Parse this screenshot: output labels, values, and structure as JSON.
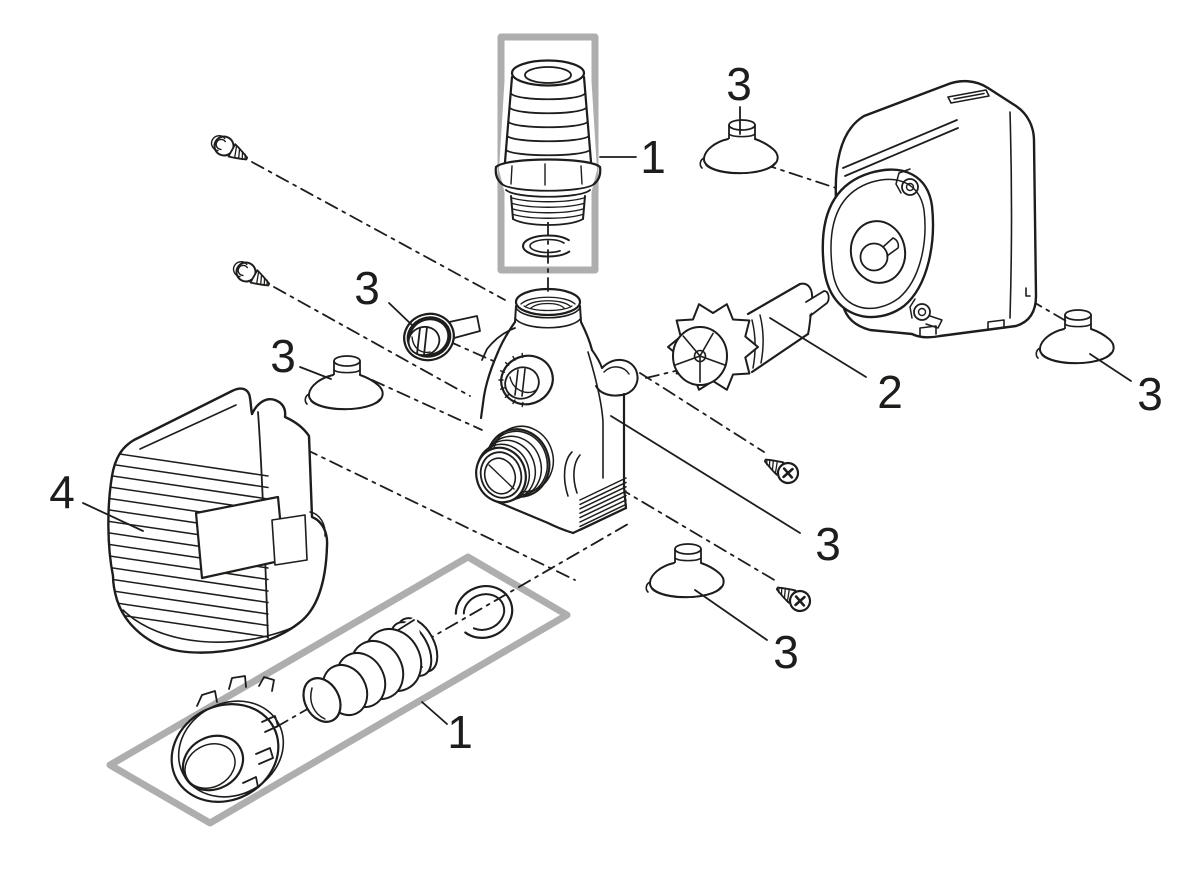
{
  "figure": {
    "type": "exploded-parts-diagram",
    "subject": "pump-spare-parts",
    "background_color": "#ffffff",
    "line_color": "#1d1d1b",
    "highlight_box_color": "#aeaeae",
    "callouts": [
      {
        "label": "1",
        "points_to": "hose-tail-connector-outlet"
      },
      {
        "label": "3",
        "points_to": "suction-cup-top"
      },
      {
        "label": "3",
        "points_to": "suction-cup-right"
      },
      {
        "label": "2",
        "points_to": "rotor-impeller-unit"
      },
      {
        "label": "3",
        "points_to": "sealing-plug"
      },
      {
        "label": "3",
        "points_to": "suction-cup-left"
      },
      {
        "label": "4",
        "points_to": "pump-housing-cover"
      },
      {
        "label": "3",
        "points_to": "pump-housing"
      },
      {
        "label": "3",
        "points_to": "suction-cup-bottom"
      },
      {
        "label": "1",
        "points_to": "hose-tail-connector-kit"
      }
    ]
  }
}
